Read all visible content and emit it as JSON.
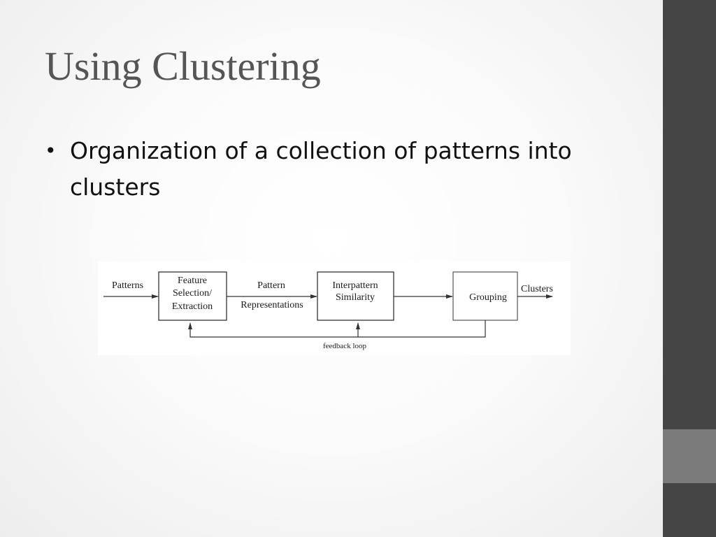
{
  "slide": {
    "title": "Using Clustering",
    "bullets": [
      "Organization of a collection of patterns into clusters"
    ]
  },
  "diagram": {
    "input_label": "Patterns",
    "box_feature": [
      "Feature",
      "Selection/",
      "Extraction"
    ],
    "edge_label": [
      "Pattern",
      "Representations"
    ],
    "box_similarity": [
      "Interpattern",
      "Similarity"
    ],
    "box_grouping": "Grouping",
    "output_label": "Clusters",
    "feedback_label": "feedback loop"
  },
  "colors": {
    "side_bar": "#454545",
    "side_accent": "#7b7b7b",
    "title": "#555555",
    "body_text": "#111111"
  }
}
